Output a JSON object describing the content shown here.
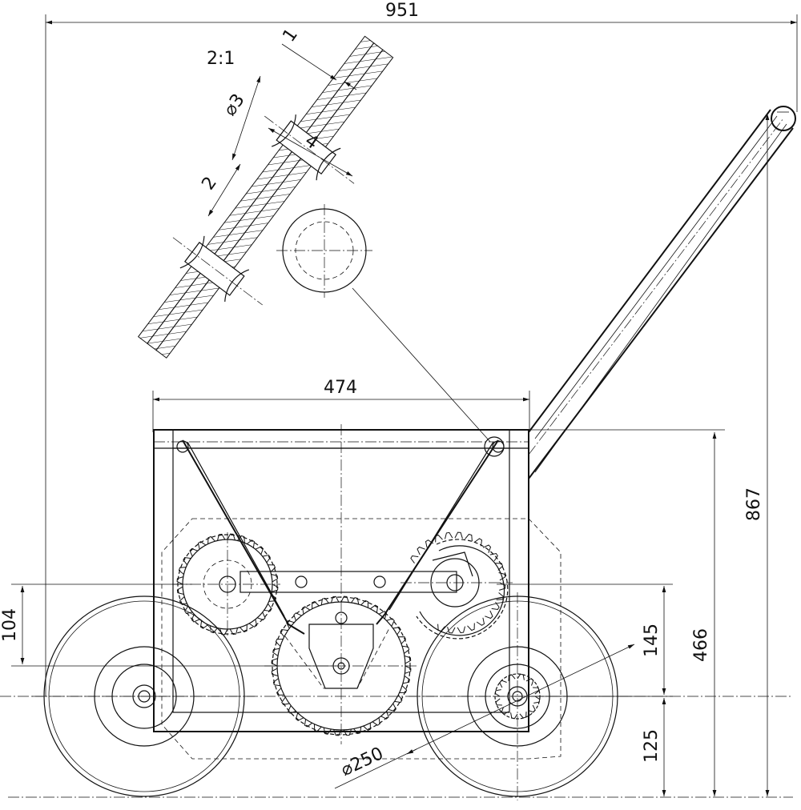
{
  "dimensions": {
    "overall_width": "951",
    "box_width": "474",
    "overall_height": "867",
    "box_height": "466",
    "axle_height": "125",
    "sprocket_offset": "145",
    "wheel_offset": "104",
    "wheel_diameter": "⌀250"
  },
  "detail": {
    "scale": "2:1",
    "thickness": "1",
    "hole_diameter": "⌀3",
    "length": "4",
    "gap": "2"
  }
}
